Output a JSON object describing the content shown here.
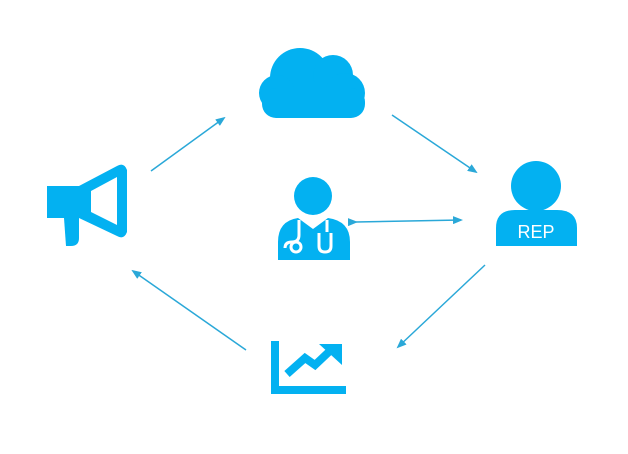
{
  "colors": {
    "icon": "#03B1F1",
    "arrow": "#2AA8D8",
    "background": "#FFFFFF",
    "label": "#FFFFFF"
  },
  "nodes": {
    "megaphone": {
      "icon": "megaphone-icon"
    },
    "cloud": {
      "icon": "cloud-icon"
    },
    "doctor": {
      "icon": "doctor-stethoscope-icon"
    },
    "rep": {
      "icon": "person-icon",
      "label": "REP"
    },
    "growth": {
      "icon": "growth-chart-icon"
    }
  },
  "connections": [
    {
      "from": "megaphone",
      "to": "cloud",
      "direction": "one-way"
    },
    {
      "from": "cloud",
      "to": "rep",
      "direction": "one-way"
    },
    {
      "from": "rep",
      "to": "growth",
      "direction": "one-way"
    },
    {
      "from": "growth",
      "to": "megaphone",
      "direction": "one-way"
    },
    {
      "from": "doctor",
      "to": "rep",
      "direction": "two-way"
    }
  ]
}
